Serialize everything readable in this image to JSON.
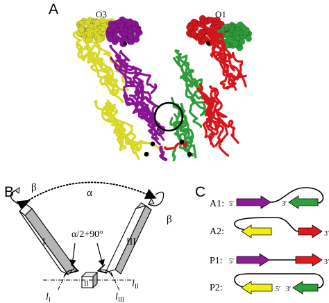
{
  "panels": {
    "a": {
      "letter": "A",
      "left_label": "O3",
      "right_label": "O1"
    },
    "b": {
      "letter": "B",
      "alpha": "α",
      "beta_left": "β",
      "beta_right": "β",
      "angle": "α/2+90°",
      "block_I": "I",
      "block_II": "II",
      "block_III": "III",
      "axis_lI": {
        "base": "l",
        "sub": "I"
      },
      "axis_lII": {
        "base": "l",
        "sub": "II"
      },
      "axis_lIII": {
        "base": "l",
        "sub": "III"
      }
    },
    "c": {
      "letter": "C",
      "rows": [
        {
          "label": "A1:",
          "left_end": "5′",
          "right_end": "3′"
        },
        {
          "label": "A2:",
          "left_end": "",
          "right_end": "3′"
        },
        {
          "label": "P1:",
          "left_end": "5′",
          "right_end": "3′"
        },
        {
          "label": "P2:",
          "left_end": "5′",
          "right_end": "3′"
        }
      ],
      "colors": {
        "purple": "#8e1a9a",
        "green": "#2aa43a",
        "yellow": "#f0ee10",
        "red": "#e4171c"
      }
    }
  },
  "protein_colors": {
    "purple": "#8a1593",
    "yellow": "#d8d82a",
    "red": "#d5161c",
    "green": "#2e9e3a"
  }
}
